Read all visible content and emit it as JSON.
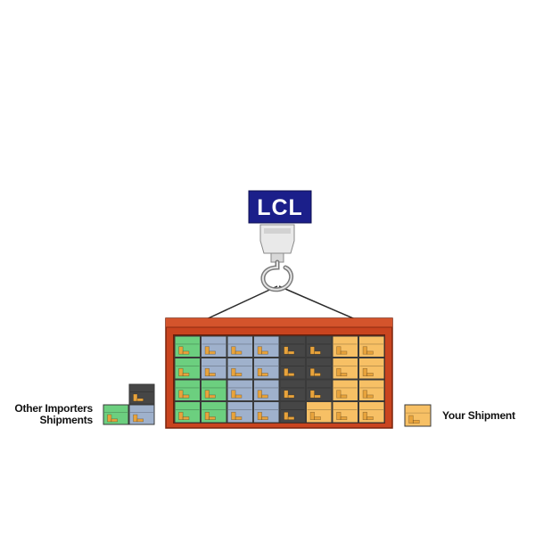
{
  "sign": {
    "label": "LCL"
  },
  "legend": {
    "other_line1": "Other Importers",
    "other_line2": "Shipments",
    "yours": "Your Shipment"
  },
  "colors": {
    "sign_bg": "#1b1f8a",
    "container": "#c9441f",
    "container_dark": "#8a2a10",
    "green": "#6ccf7f",
    "blue": "#9fb1cc",
    "dark": "#464646",
    "yellow": "#f7c065",
    "tape": "#e8a33c",
    "outline": "#3a3a3a"
  },
  "cargo": {
    "rows": [
      [
        "green",
        "blue",
        "blue",
        "blue",
        "dark",
        "dark",
        "yellow",
        "yellow"
      ],
      [
        "green",
        "blue",
        "blue",
        "blue",
        "dark",
        "dark",
        "yellow",
        "yellow"
      ],
      [
        "green",
        "green",
        "blue",
        "blue",
        "dark",
        "dark",
        "yellow",
        "yellow"
      ],
      [
        "green",
        "green",
        "blue",
        "blue",
        "dark",
        "yellow",
        "yellow",
        "yellow"
      ]
    ]
  },
  "other_stack": {
    "rows": [
      [
        "",
        "dark"
      ],
      [
        "green",
        "blue"
      ]
    ]
  }
}
